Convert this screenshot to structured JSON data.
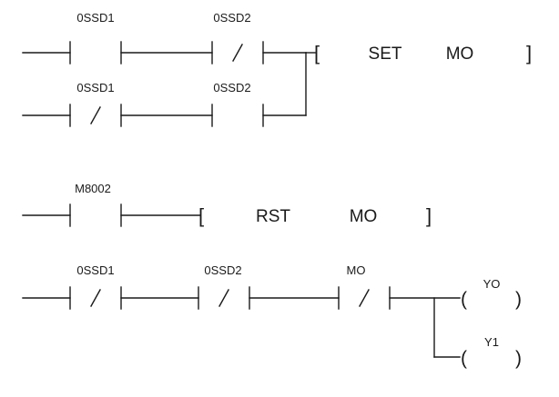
{
  "diagram": {
    "type": "ladder-logic",
    "rungs": [
      {
        "id": "rung-1",
        "branches": [
          [
            {
              "kind": "no",
              "tag": "0SSD1"
            },
            {
              "kind": "nc",
              "tag": "0SSD2"
            }
          ],
          [
            {
              "kind": "nc",
              "tag": "0SSD1"
            },
            {
              "kind": "no",
              "tag": "0SSD2"
            }
          ]
        ],
        "output": {
          "kind": "instruction",
          "op": "SET",
          "operand": "MO",
          "open": "[",
          "close": "]"
        }
      },
      {
        "id": "rung-2",
        "branches": [
          [
            {
              "kind": "no",
              "tag": "M8002"
            }
          ]
        ],
        "output": {
          "kind": "instruction",
          "op": "RST",
          "operand": "MO",
          "open": "[",
          "close": "]"
        }
      },
      {
        "id": "rung-3",
        "branches": [
          [
            {
              "kind": "nc",
              "tag": "0SSD1"
            },
            {
              "kind": "nc",
              "tag": "0SSD2"
            },
            {
              "kind": "nc",
              "tag": "MO"
            }
          ]
        ],
        "outputs": [
          {
            "kind": "coil",
            "tag": "YO",
            "open": "(",
            "close": ")"
          },
          {
            "kind": "coil",
            "tag": "Y1",
            "open": "(",
            "close": ")"
          }
        ]
      }
    ]
  }
}
